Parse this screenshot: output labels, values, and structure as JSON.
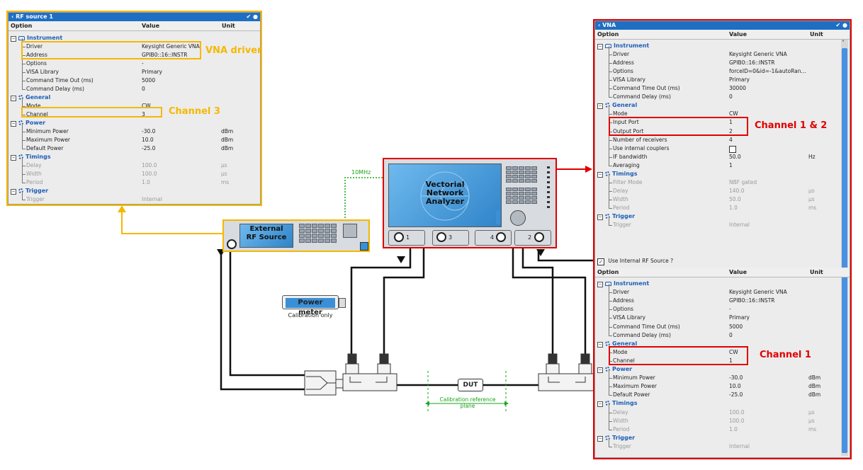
{
  "rf_panel": {
    "title": "RF source 1",
    "col_option": "Option",
    "col_value": "Value",
    "col_unit": "Unit",
    "rows": [
      {
        "type": "section",
        "label": "Instrument",
        "icon": "instrument-icon"
      },
      {
        "label": "Driver",
        "value": "Keysight Generic VNA",
        "unit": ""
      },
      {
        "label": "Address",
        "value": "GPIB0::16::INSTR",
        "unit": ""
      },
      {
        "label": "Options",
        "value": "-",
        "unit": ""
      },
      {
        "label": "VISA Library",
        "value": "Primary",
        "unit": ""
      },
      {
        "label": "Command Time Out (ms)",
        "value": "5000",
        "unit": ""
      },
      {
        "label": "Command Delay (ms)",
        "value": "0",
        "unit": ""
      },
      {
        "type": "section",
        "label": "General",
        "icon": "gear-icon"
      },
      {
        "label": "Mode",
        "value": "CW",
        "unit": ""
      },
      {
        "label": "Channel",
        "value": "3",
        "unit": ""
      },
      {
        "type": "section",
        "label": "Power",
        "icon": "gear-icon"
      },
      {
        "label": "Minimum Power",
        "value": "-30.0",
        "unit": "dBm"
      },
      {
        "label": "Maximum Power",
        "value": "10.0",
        "unit": "dBm"
      },
      {
        "label": "Default Power",
        "value": "-25.0",
        "unit": "dBm"
      },
      {
        "type": "section",
        "label": "Timings",
        "icon": "gear-icon"
      },
      {
        "label": "Delay",
        "value": "100.0",
        "unit": "µs",
        "dim": true
      },
      {
        "label": "Width",
        "value": "100.0",
        "unit": "µs",
        "dim": true
      },
      {
        "label": "Period",
        "value": "1.0",
        "unit": "ms",
        "dim": true
      },
      {
        "type": "section",
        "label": "Trigger",
        "icon": "gear-icon"
      },
      {
        "label": "Trigger",
        "value": "Internal",
        "unit": "",
        "dim": true
      }
    ]
  },
  "vna_panel": {
    "title": "VNA",
    "col_option": "Option",
    "col_value": "Value",
    "col_unit": "Unit",
    "rows": [
      {
        "type": "section",
        "label": "Instrument",
        "icon": "instrument-icon"
      },
      {
        "label": "Driver",
        "value": "Keysight Generic VNA",
        "unit": ""
      },
      {
        "label": "Address",
        "value": "GPIB0::16::INSTR",
        "unit": ""
      },
      {
        "label": "Options",
        "value": "forceID=0&id=-1&autoRan...",
        "unit": ""
      },
      {
        "label": "VISA Library",
        "value": "Primary",
        "unit": ""
      },
      {
        "label": "Command Time Out (ms)",
        "value": "30000",
        "unit": ""
      },
      {
        "label": "Command Delay (ms)",
        "value": "0",
        "unit": ""
      },
      {
        "type": "section",
        "label": "General",
        "icon": "gear-icon"
      },
      {
        "label": "Mode",
        "value": "CW",
        "unit": ""
      },
      {
        "label": "Input Port",
        "value": "1",
        "unit": ""
      },
      {
        "label": "Output Port",
        "value": "2",
        "unit": ""
      },
      {
        "label": "Number of receivers",
        "value": "4",
        "unit": ""
      },
      {
        "label": "Use internal couplers",
        "value": "",
        "unit": "",
        "checkbox": true
      },
      {
        "label": "IF bandwidth",
        "value": "50.0",
        "unit": "Hz"
      },
      {
        "label": "Averaging",
        "value": "1",
        "unit": ""
      },
      {
        "type": "section",
        "label": "Timings",
        "icon": "gear-icon"
      },
      {
        "label": "Filter Mode",
        "value": "NBF gated",
        "unit": "",
        "dim": true
      },
      {
        "label": "Delay",
        "value": "140.0",
        "unit": "µs",
        "dim": true
      },
      {
        "label": "Width",
        "value": "50.0",
        "unit": "µs",
        "dim": true
      },
      {
        "label": "Period",
        "value": "1.0",
        "unit": "ms",
        "dim": true
      },
      {
        "type": "section",
        "label": "Trigger",
        "icon": "gear-icon"
      },
      {
        "label": "Trigger",
        "value": "Internal",
        "unit": "",
        "dim": true
      }
    ],
    "internal_source_label": "Use Internal RF Source ?",
    "rows2": [
      {
        "type": "section",
        "label": "Instrument",
        "icon": "instrument-icon"
      },
      {
        "label": "Driver",
        "value": "Keysight Generic VNA",
        "unit": ""
      },
      {
        "label": "Address",
        "value": "GPIB0::16::INSTR",
        "unit": ""
      },
      {
        "label": "Options",
        "value": "-",
        "unit": ""
      },
      {
        "label": "VISA Library",
        "value": "Primary",
        "unit": ""
      },
      {
        "label": "Command Time Out (ms)",
        "value": "5000",
        "unit": ""
      },
      {
        "label": "Command Delay (ms)",
        "value": "0",
        "unit": ""
      },
      {
        "type": "section",
        "label": "General",
        "icon": "gear-icon"
      },
      {
        "label": "Mode",
        "value": "CW",
        "unit": ""
      },
      {
        "label": "Channel",
        "value": "1",
        "unit": ""
      },
      {
        "type": "section",
        "label": "Power",
        "icon": "gear-icon"
      },
      {
        "label": "Minimum Power",
        "value": "-30.0",
        "unit": "dBm"
      },
      {
        "label": "Maximum Power",
        "value": "10.0",
        "unit": "dBm"
      },
      {
        "label": "Default Power",
        "value": "-25.0",
        "unit": "dBm"
      },
      {
        "type": "section",
        "label": "Timings",
        "icon": "gear-icon"
      },
      {
        "label": "Delay",
        "value": "100.0",
        "unit": "µs",
        "dim": true
      },
      {
        "label": "Width",
        "value": "100.0",
        "unit": "µs",
        "dim": true
      },
      {
        "label": "Period",
        "value": "1.0",
        "unit": "ms",
        "dim": true
      },
      {
        "type": "section",
        "label": "Trigger",
        "icon": "gear-icon"
      },
      {
        "label": "Trigger",
        "value": "Internal",
        "unit": "",
        "dim": true
      }
    ]
  },
  "annotations": {
    "vna_driver": "VNA driver",
    "channel_3": "Channel 3",
    "channel_1_2": "Channel 1 & 2",
    "channel_1": "Channel 1"
  },
  "diagram": {
    "clock_label": "10MHz",
    "external_source": "External\nRF Source",
    "vna_screen": "Vectorial\nNetwork\nAnalyzer",
    "port_labels": [
      "1",
      "3",
      "4",
      "2"
    ],
    "power_meter": "Power meter",
    "power_meter_caption": "Calibration only",
    "dut": "DUT",
    "calibration_plane": "Calibration reference\nplane"
  },
  "colors": {
    "panel_title": "#1e6fc4",
    "section_text": "#1d5fb5",
    "yellow_highlight": "#f5b800",
    "red_highlight": "#e00000",
    "green_clock": "#1aa31a",
    "screen_blue": "#3b8fd6"
  }
}
